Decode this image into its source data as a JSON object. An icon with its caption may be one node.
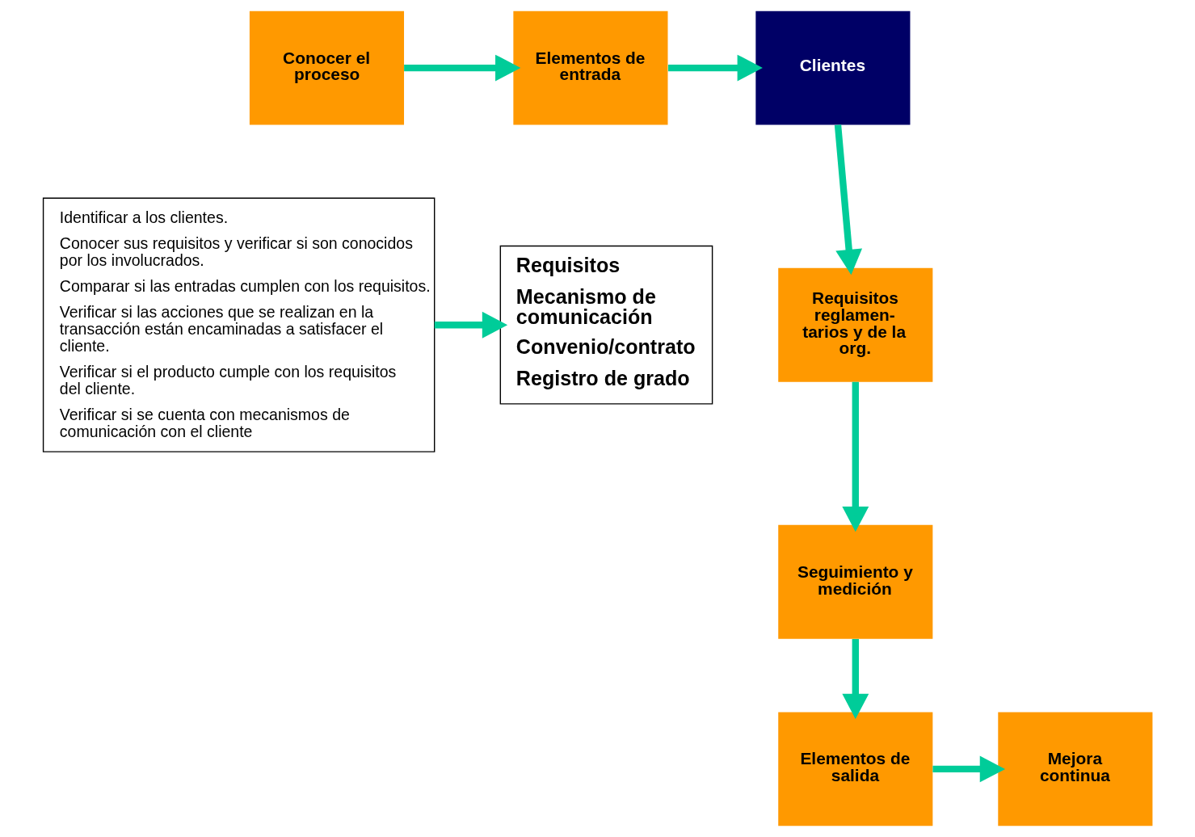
{
  "diagram": {
    "nodes": [
      {
        "text": [
          "Conocer el proceso"
        ]
      },
      {
        "text": [
          "Elementos de entrada"
        ]
      },
      {
        "text": [
          "Clientes"
        ]
      },
      {
        "text": [
          "Requisitos reglamen- tarios y de la org."
        ]
      },
      {
        "text": [
          "Seguimiento y medición"
        ]
      },
      {
        "text": [
          "Elementos de salida"
        ]
      },
      {
        "text": [
          "Mejora continua"
        ]
      },
      {
        "text": [
          "Identificar a los clientes.",
          "Conocer sus requisitos y verificar si son conocidos por los involucrados.",
          "Comparar si las entradas cumplen con los requisitos.",
          "Verificar si las acciones que se realizan en la transacción están encaminadas a satisfacer el cliente.",
          "Verificar si el producto cumple con los requisitos del cliente.",
          "Verificar si se cuenta con mecanismos de comunicación con el cliente"
        ]
      },
      {
        "text": [
          "Requisitos",
          "Mecanismo de comunicación",
          "Convenio/contrato",
          "Registro de grado"
        ]
      }
    ],
    "edges": [
      {
        "from": 0,
        "to": 1,
        "arrow": "to"
      },
      {
        "from": 1,
        "to": 2,
        "arrow": "to"
      },
      {
        "from": 2,
        "to": 3,
        "arrow": "to"
      },
      {
        "from": 3,
        "to": 4,
        "arrow": "to"
      },
      {
        "from": 4,
        "to": 5,
        "arrow": "to"
      },
      {
        "from": 5,
        "to": 6,
        "arrow": "to"
      },
      {
        "from": 7,
        "to": 8,
        "arrow": "to"
      }
    ]
  }
}
